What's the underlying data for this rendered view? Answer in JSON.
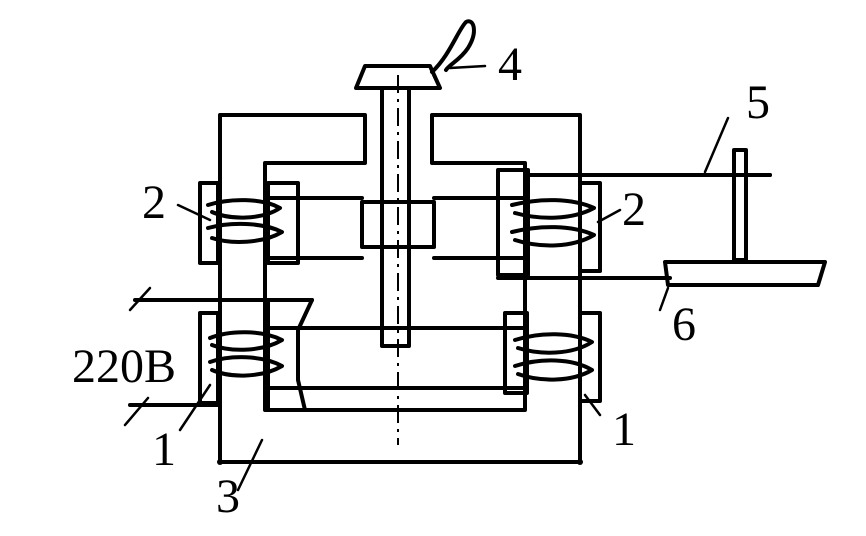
{
  "labels": {
    "one_left": "1",
    "one_right": "1",
    "two_left": "2",
    "two_right": "2",
    "three": "3",
    "four": "4",
    "five": "5",
    "six": "6",
    "voltage": "220B"
  },
  "colors": {
    "ink": "#000000",
    "background": "#ffffff"
  }
}
